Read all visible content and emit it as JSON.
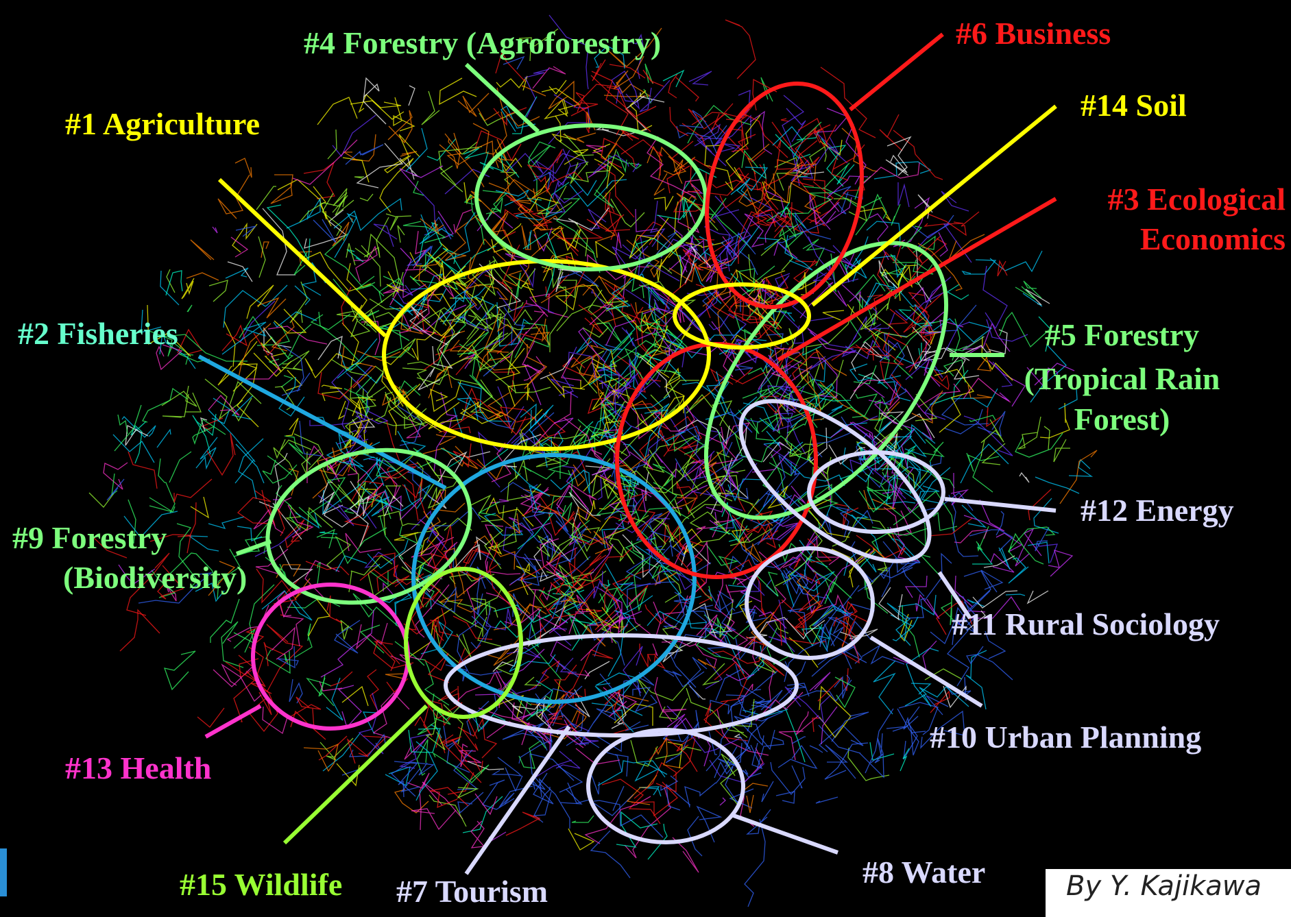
{
  "clusters": [
    {
      "id": "c1",
      "lines": [
        "#1 Agriculture"
      ],
      "color": "#ffff00"
    },
    {
      "id": "c2",
      "lines": [
        "#2 Fisheries"
      ],
      "color": "#66ffcc"
    },
    {
      "id": "c3",
      "lines": [
        "#3 Ecological",
        "Economics"
      ],
      "color": "#ff1a1a"
    },
    {
      "id": "c4",
      "lines": [
        "#4 Forestry (Agroforestry)"
      ],
      "color": "#7dff7d"
    },
    {
      "id": "c5",
      "lines": [
        "#5 Forestry",
        "(Tropical Rain",
        "Forest)"
      ],
      "color": "#7dff7d"
    },
    {
      "id": "c6",
      "lines": [
        "#6 Business"
      ],
      "color": "#ff1a1a"
    },
    {
      "id": "c7",
      "lines": [
        "#7 Tourism"
      ],
      "color": "#d9d9ff"
    },
    {
      "id": "c8",
      "lines": [
        "#8 Water"
      ],
      "color": "#d9d9ff"
    },
    {
      "id": "c9",
      "lines": [
        "#9 Forestry",
        "(Biodiversity)"
      ],
      "color": "#7dff7d"
    },
    {
      "id": "c10",
      "lines": [
        "#10 Urban Planning"
      ],
      "color": "#d9d9ff"
    },
    {
      "id": "c11",
      "lines": [
        "#11 Rural Sociology"
      ],
      "color": "#d9d9ff"
    },
    {
      "id": "c12",
      "lines": [
        "#12 Energy"
      ],
      "color": "#d9d9ff"
    },
    {
      "id": "c13",
      "lines": [
        "#13 Health"
      ],
      "color": "#ff33cc"
    },
    {
      "id": "c14",
      "lines": [
        "#14 Soil"
      ],
      "color": "#ffff00"
    },
    {
      "id": "c15",
      "lines": [
        "#15 Wildlife"
      ],
      "color": "#99ff33"
    }
  ],
  "caption": "By Y. Kajikawa",
  "colors": {
    "background": "#000000",
    "ring_fisheries": "#1fa8e0",
    "network_palette": [
      "#ff1a1a",
      "#ff7f00",
      "#ffff00",
      "#99ff33",
      "#33ff66",
      "#00ffcc",
      "#00ccff",
      "#3366ff",
      "#6633ff",
      "#cc33ff",
      "#ff33cc",
      "#ffffff"
    ]
  }
}
